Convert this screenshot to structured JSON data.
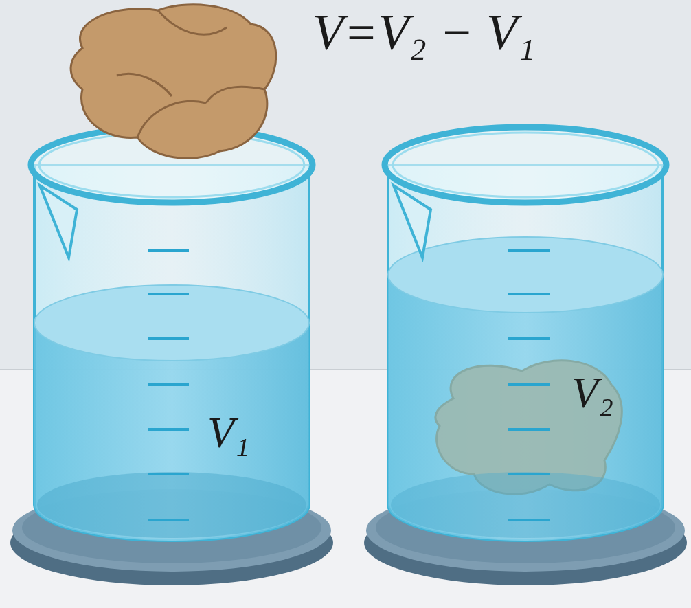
{
  "diagram": {
    "labels": [
      "V=V₂ − V₁",
      "V₁",
      "V₂"
    ]
  }
}
